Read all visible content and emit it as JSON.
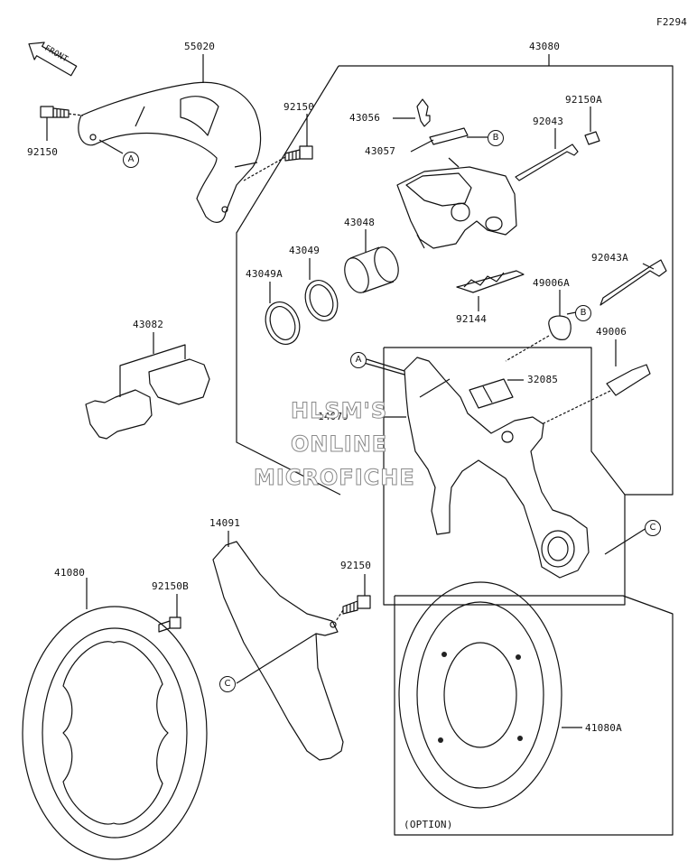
{
  "figure_code": "F2294",
  "front_arrow": "FRONT",
  "watermark": [
    "HLSM'S",
    "ONLINE",
    "MICROFICHE"
  ],
  "parts": {
    "p55020": "55020",
    "p92150_top": "92150",
    "p92150_left": "92150",
    "p43080": "43080",
    "p43056": "43056",
    "p43057": "43057",
    "p92150A": "92150A",
    "p92043": "92043",
    "p43048": "43048",
    "p43049": "43049",
    "p43049A": "43049A",
    "p92043A": "92043A",
    "p49006A": "49006A",
    "p92144": "92144",
    "p43082": "43082",
    "p49006": "49006",
    "p32085": "32085",
    "p14079": "14079",
    "p14091": "14091",
    "p92150_mid": "92150",
    "p41080": "41080",
    "p92150B": "92150B",
    "p41080A": "41080A"
  },
  "option_label": "(OPTION)",
  "callouts": {
    "a": "A",
    "b": "B",
    "c": "C"
  }
}
